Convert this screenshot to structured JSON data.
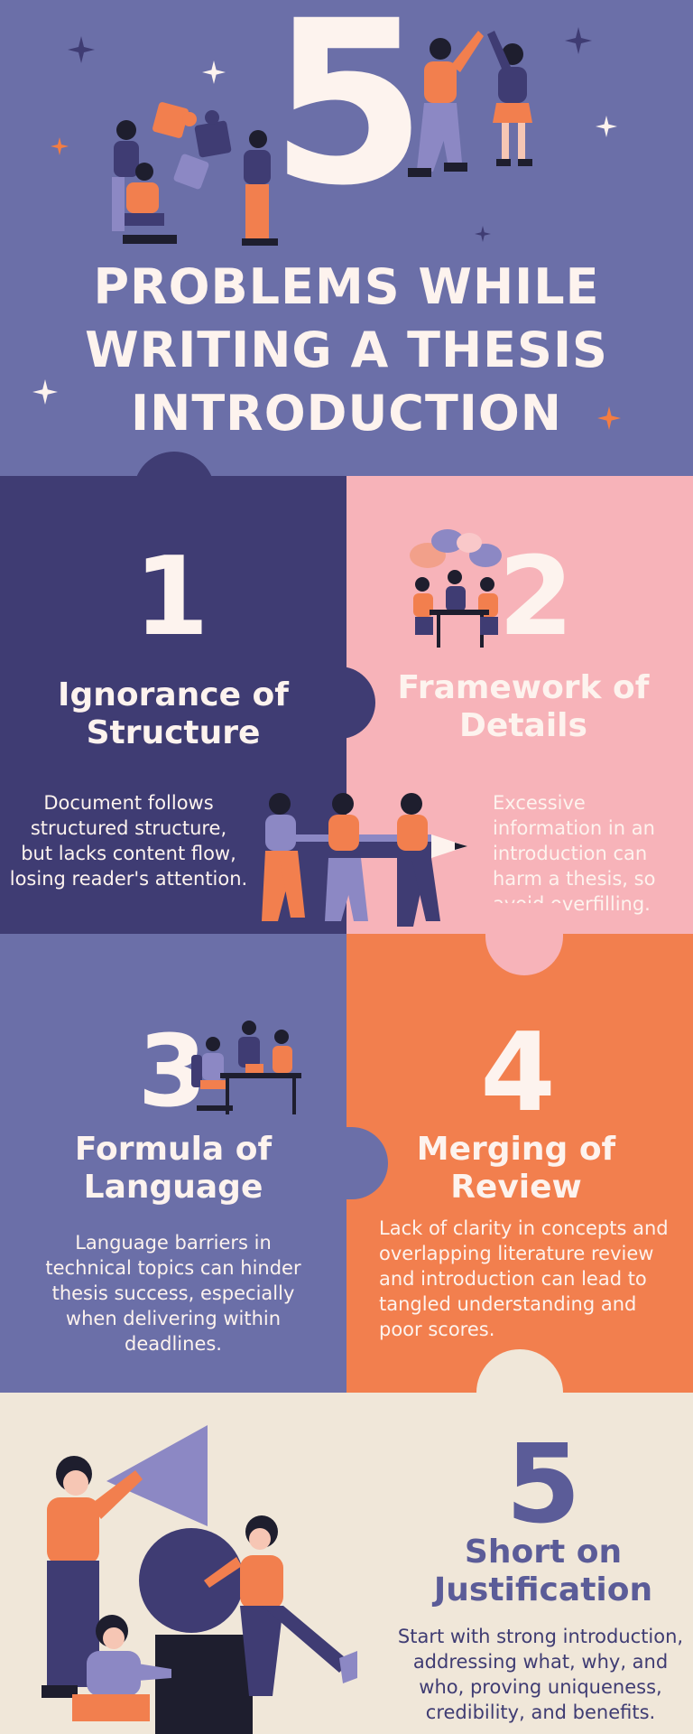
{
  "colors": {
    "hero_bg": "#6b6fa8",
    "navy": "#3f3c73",
    "pink": "#f7b3b9",
    "periwinkle": "#6b6fa8",
    "orange": "#f27f4e",
    "cream": "#f0e7d9",
    "light": "#fdf3ee",
    "accent_orange": "#f47d42"
  },
  "hero": {
    "number": "5",
    "title_lines": [
      "PROBLEMS WHILE",
      "WRITING A THESIS",
      "INTRODUCTION"
    ]
  },
  "problems": [
    {
      "number": "1",
      "title_lines": [
        "Ignorance of",
        "Structure"
      ],
      "body_lines": [
        "Document follows",
        "structured structure,",
        "but lacks content flow,",
        "losing reader's attention."
      ]
    },
    {
      "number": "2",
      "title_lines": [
        "Framework of",
        "Details"
      ],
      "body_lines": [
        "Excessive",
        "information in an",
        "introduction can",
        "harm a thesis, so",
        "avoid overfilling."
      ]
    },
    {
      "number": "3",
      "title_lines": [
        "Formula of",
        "Language"
      ],
      "body_lines": [
        "Language barriers in",
        "technical topics can hinder",
        "thesis success, especially",
        "when delivering within",
        "deadlines."
      ]
    },
    {
      "number": "4",
      "title_lines": [
        "Merging of",
        "Review"
      ],
      "body_lines": [
        "Lack of clarity in concepts and",
        "overlapping literature review",
        "and introduction can lead to",
        "tangled understanding and",
        "poor scores."
      ]
    },
    {
      "number": "5",
      "title_lines": [
        "Short on",
        "Justification"
      ],
      "body_lines": [
        "Start with strong introduction,",
        "addressing what, why, and",
        "who, proving uniqueness,",
        "credibility, and benefits."
      ]
    }
  ],
  "icons": [
    "sparkle-icon",
    "puzzle-team-illustration",
    "high-five-illustration",
    "meeting-illustration",
    "pencil-team-illustration",
    "desk-team-illustration",
    "shapes-team-illustration"
  ]
}
